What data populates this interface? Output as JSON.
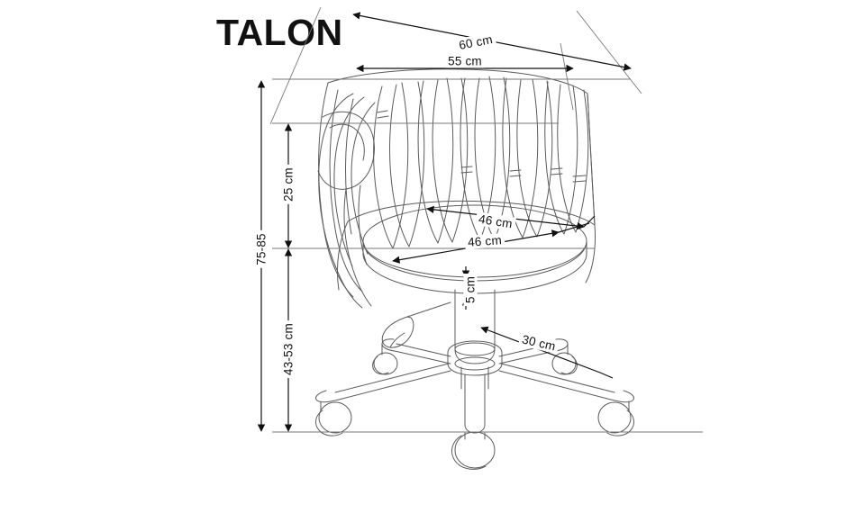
{
  "product": {
    "title": "TALON",
    "type": "office-chair-dimension-drawing"
  },
  "dimensions": {
    "overall_width_outer": "60 cm",
    "overall_width_inner": "55 cm",
    "backrest_height": "25 cm",
    "total_height_range": "75-85",
    "seat_height_range": "43-53 cm",
    "seat_diameter_upper": "46 cm",
    "seat_diameter_lower": "46 cm",
    "seat_thickness": "5 cm",
    "base_radius": "30 cm"
  },
  "colors": {
    "background": "#ffffff",
    "drawing_line": "#5b5b5b",
    "dimension_line": "#111111",
    "title_text": "#111111"
  }
}
